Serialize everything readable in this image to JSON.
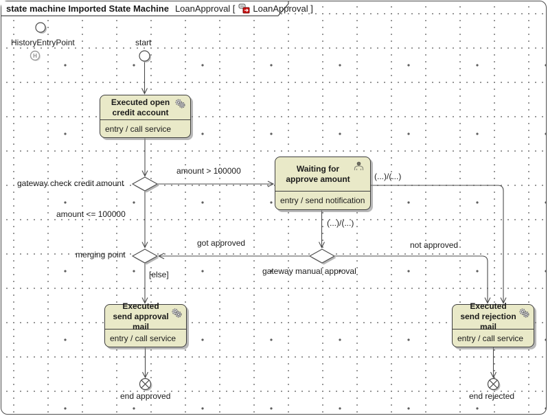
{
  "frame": {
    "heading_bold": "state machine Imported State Machine",
    "heading_name": "LoanApproval [",
    "heading_diagram": "LoanApproval ]"
  },
  "states": {
    "open_credit": {
      "title": "Executed open credit account",
      "entry": "entry / call service",
      "icon": "gears-icon"
    },
    "waiting": {
      "title": "Waiting for approve amount",
      "entry": "entry / send notification",
      "icon": "person-icon"
    },
    "approval": {
      "title": "Executed send approval mail",
      "entry": "entry / call service",
      "icon": "gears-icon"
    },
    "rejection": {
      "title": "Executed send rejection mail",
      "entry": "entry / call service",
      "icon": "gears-icon"
    }
  },
  "pseudostates": {
    "history_entry": {
      "label": "HistoryEntryPoint"
    },
    "start": {
      "label": "start"
    },
    "gateway_credit": {
      "label": "gateway check credit amount"
    },
    "merging": {
      "label": "merging point"
    },
    "gateway_manual": {
      "label": "gateway manual approval"
    },
    "end_approved": {
      "label": "end approved"
    },
    "end_rejected": {
      "label": "end rejected"
    }
  },
  "transitions": {
    "amount_gt": "amount > 100000",
    "amount_le": "amount <= 100000",
    "got_approved": "got approved",
    "not_approved": "not approved",
    "else_guard": "[else]",
    "effect_right": "(...)/(...)",
    "effect_down": "(...)/(...)"
  },
  "icons": {
    "history_marker": "H"
  },
  "colors": {
    "state_fill": "#e9e9c8",
    "state_border": "#3d3d3d",
    "line": "#4a4a4a",
    "shadow": "#9a9a9a",
    "grid_dot": "#818181",
    "heading_icon_red": "#cc1111"
  }
}
